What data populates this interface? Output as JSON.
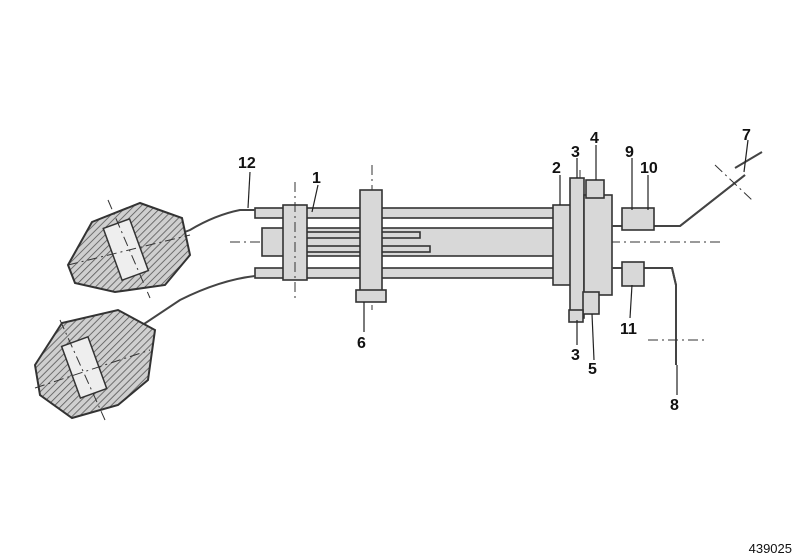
{
  "diagram": {
    "callouts": [
      "1",
      "2",
      "3",
      "3",
      "4",
      "5",
      "6",
      "7",
      "8",
      "9",
      "10",
      "11",
      "12"
    ],
    "reference_number": "439025"
  },
  "colors": {
    "ink": "#111111",
    "part_fill": "#d8d8d8",
    "hatch": "#555555"
  }
}
